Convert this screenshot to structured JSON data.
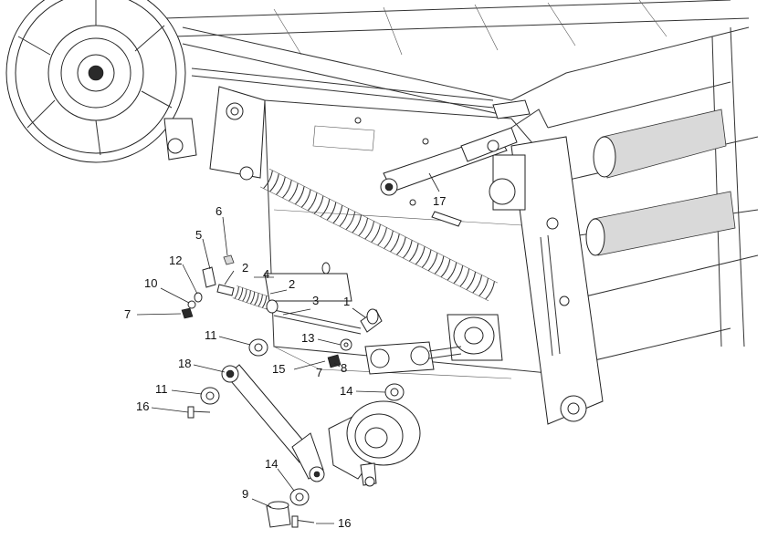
{
  "callouts": [
    {
      "id": "c6",
      "label": "6"
    },
    {
      "id": "c5",
      "label": "5"
    },
    {
      "id": "c12",
      "label": "12"
    },
    {
      "id": "c2a",
      "label": "2"
    },
    {
      "id": "c4",
      "label": "4"
    },
    {
      "id": "c2b",
      "label": "2"
    },
    {
      "id": "c10",
      "label": "10"
    },
    {
      "id": "c7a",
      "label": "7"
    },
    {
      "id": "c3",
      "label": "3"
    },
    {
      "id": "c1",
      "label": "1"
    },
    {
      "id": "c11a",
      "label": "11"
    },
    {
      "id": "c13",
      "label": "13"
    },
    {
      "id": "c18",
      "label": "18"
    },
    {
      "id": "c15",
      "label": "15"
    },
    {
      "id": "c7b",
      "label": "7"
    },
    {
      "id": "c8",
      "label": "8"
    },
    {
      "id": "c11b",
      "label": "11"
    },
    {
      "id": "c16a",
      "label": "16"
    },
    {
      "id": "c14a",
      "label": "14"
    },
    {
      "id": "c17",
      "label": "17"
    },
    {
      "id": "c14b",
      "label": "14"
    },
    {
      "id": "c9",
      "label": "9"
    },
    {
      "id": "c16b",
      "label": "16"
    }
  ]
}
